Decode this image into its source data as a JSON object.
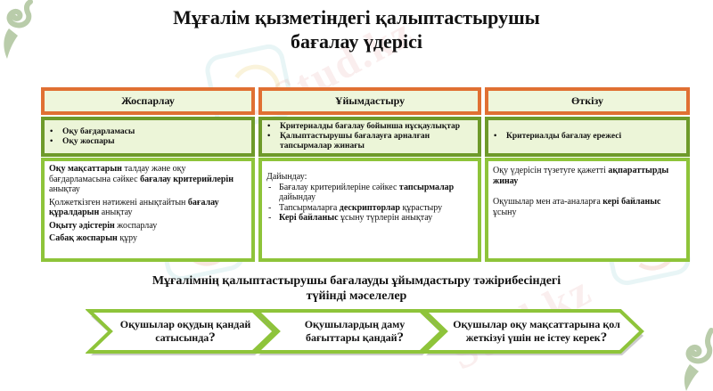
{
  "title": {
    "line1": "Мұғалім қызметіндегі қалыптастырушы",
    "line2": "бағалау үдерісі"
  },
  "columns": [
    {
      "header": "Жоспарлау",
      "resources": [
        "Оқу бағдарламасы",
        "Оқу жоспары"
      ],
      "activities": [
        {
          "parts": [
            {
              "b": "Оқу мақсаттарын"
            },
            {
              "t": " талдау және оқу бағдарламасына сәйкес "
            },
            {
              "b": "бағалау критерийлерін"
            },
            {
              "t": " анықтау"
            }
          ]
        },
        {
          "parts": [
            {
              "t": "Қолжеткізген нәтижені анықтайтын "
            },
            {
              "b": "бағалау құралдарын"
            },
            {
              "t": " анықтау"
            }
          ]
        },
        {
          "parts": [
            {
              "b": "Оқыту әдістерін"
            },
            {
              "t": " жоспарлау"
            }
          ]
        },
        {
          "parts": [
            {
              "b": "Сабақ жоспарын"
            },
            {
              "t": " құру"
            }
          ]
        }
      ]
    },
    {
      "header": "Ұйымдастыру",
      "resources": [
        "Критериалды бағалау бойынша нұсқаулықтар",
        "Қалыптастырушы бағалауға арналған тапсырмалар жинағы"
      ],
      "activities_intro": "Дайындау:",
      "activities": [
        {
          "parts": [
            {
              "t": "Бағалау критерийлеріне сәйкес "
            },
            {
              "b": "тапсырмалар"
            },
            {
              "t": " дайындау"
            }
          ]
        },
        {
          "parts": [
            {
              "t": "Тапсырмаларға "
            },
            {
              "b": "дескрипторлар"
            },
            {
              "t": " құрастыру"
            }
          ]
        },
        {
          "parts": [
            {
              "b": "Кері байланыс"
            },
            {
              "t": " ұсыну түрлерін анықтау"
            }
          ]
        }
      ]
    },
    {
      "header": "Өткізу",
      "resources": [
        "Критериалды бағалау ережесі"
      ],
      "activities": [
        {
          "parts": [
            {
              "t": "Оқу үдерісін түзетуге қажетті "
            },
            {
              "b": "ақпараттырды жинау"
            }
          ]
        },
        {
          "parts": [
            {
              "t": "Оқушылар мен ата-аналарға "
            },
            {
              "b": "кері байланыс"
            },
            {
              "t": " ұсыну"
            }
          ]
        }
      ]
    }
  ],
  "subtitle": {
    "line1": "Мұғалімнің қалыптастырушы бағалауды ұйымдастыру тәжірибесіндегі",
    "line2": "түйінді мәселелер"
  },
  "questions": [
    {
      "line1": "Оқушылар оқудың қандай",
      "line2": "сатысында",
      "mark": "?"
    },
    {
      "line1": "Оқушылардың даму",
      "line2": "бағыттары қандай",
      "mark": "?"
    },
    {
      "line1": "Оқушылар оқу мақсаттарына қол",
      "line2": "жеткізуі үшін не істеу керек",
      "mark": "?"
    }
  ],
  "watermark": {
    "text": "Stud.kz"
  },
  "colors": {
    "header_border": "#e07033",
    "resource_border": "#6e9a2a",
    "activity_border": "#8ec43a",
    "box_fill": "#eef6dc",
    "ornament": "#b9ccaa"
  }
}
